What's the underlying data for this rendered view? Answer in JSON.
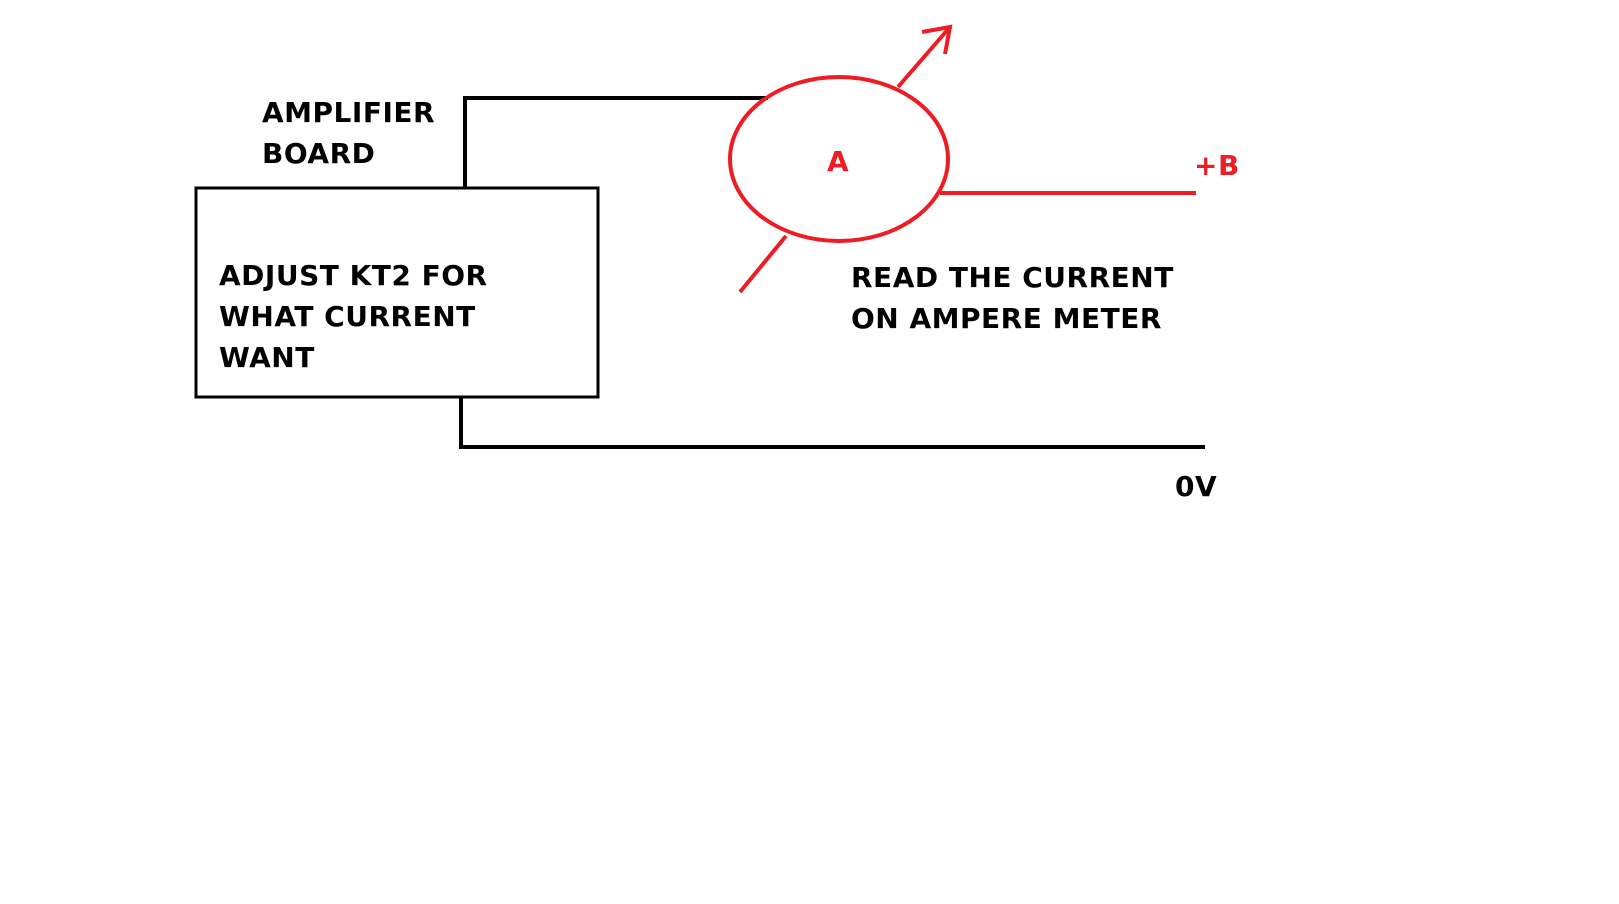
{
  "colors": {
    "ink": "#000000",
    "meter": "#ee1c24",
    "background": "#ffffff"
  },
  "labels": {
    "board_title_line1": "AMPLIFIER",
    "board_title_line2": "BOARD",
    "instruction_line1": "ADJUST KT2 FOR",
    "instruction_line2": "WHAT CURRENT",
    "instruction_line3": "WANT",
    "meter_symbol": "A",
    "supply_positive": "+B",
    "ground": "0V",
    "read_line1": "READ THE CURRENT",
    "read_line2": "ON AMPERE METER"
  }
}
